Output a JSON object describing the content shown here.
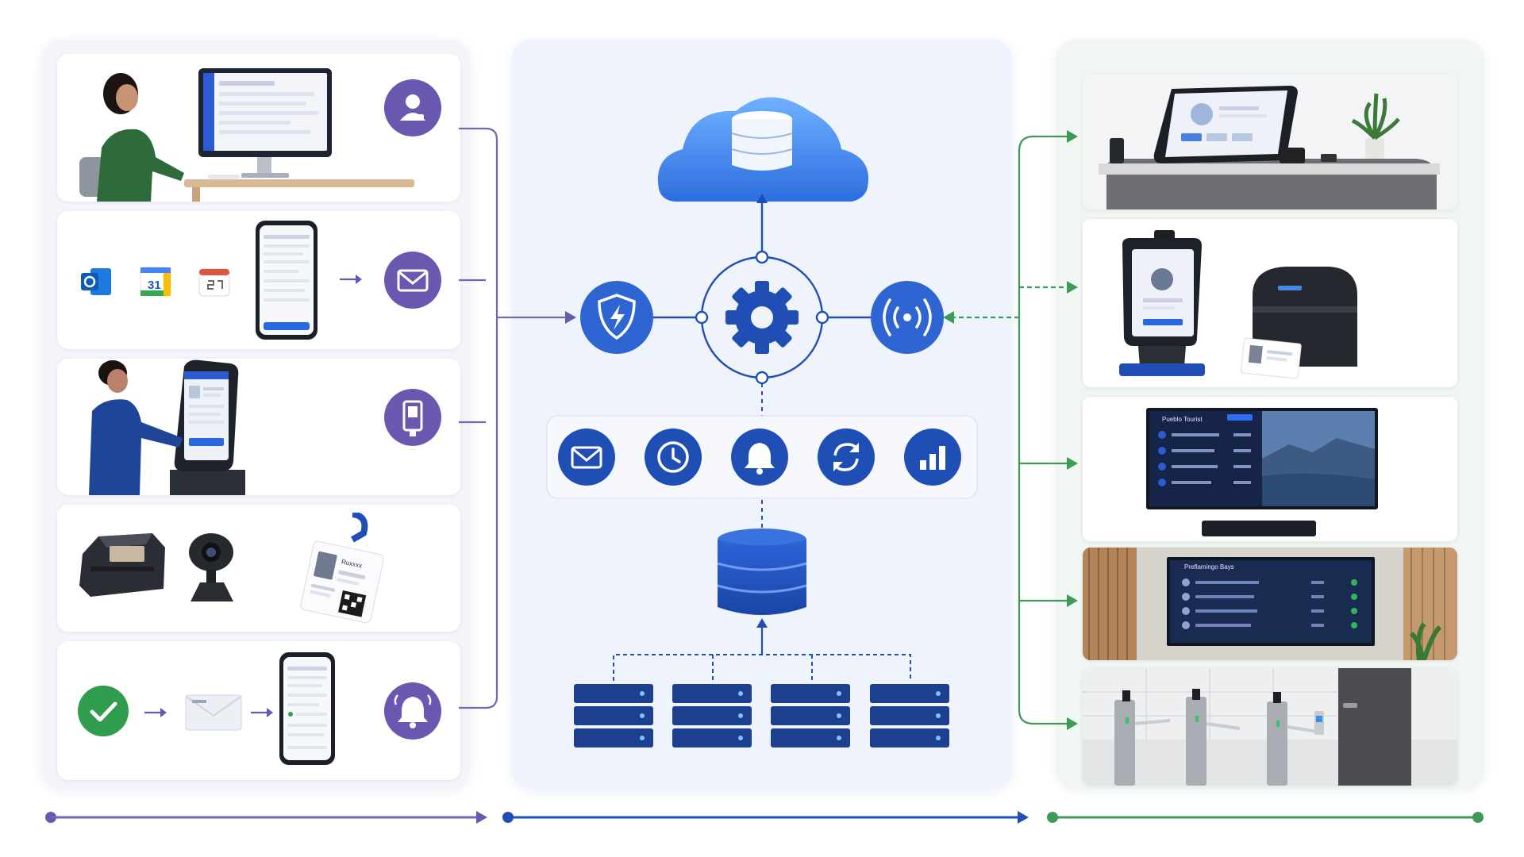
{
  "colors": {
    "purple": "#6a58b0",
    "purple_line": "#7763b8",
    "blue": "#1f4fb5",
    "blue_light": "#3b82e6",
    "green": "#3f9a57",
    "green_check": "#2f9c4e"
  },
  "left_inputs": {
    "calendar_icon": {
      "date": "31"
    },
    "workflow_icons": [
      "user-icon",
      "envelope-icon",
      "kiosk-icon",
      "bell-icon"
    ],
    "badge": {
      "title": "Ruxxxx"
    }
  },
  "center": {
    "hub_icons": [
      "shield-bolt-icon",
      "gear-icon",
      "wireless-signal-icon"
    ],
    "service_icons": [
      "envelope-icon",
      "clock-icon",
      "bell-icon",
      "sync-icon",
      "bar-chart-icon"
    ],
    "server_count": 4
  },
  "right_outputs": {
    "tv_screen": {
      "title": "Pueblo Tourist"
    },
    "wall_display": {
      "title": "Preflamingo Bays"
    }
  }
}
